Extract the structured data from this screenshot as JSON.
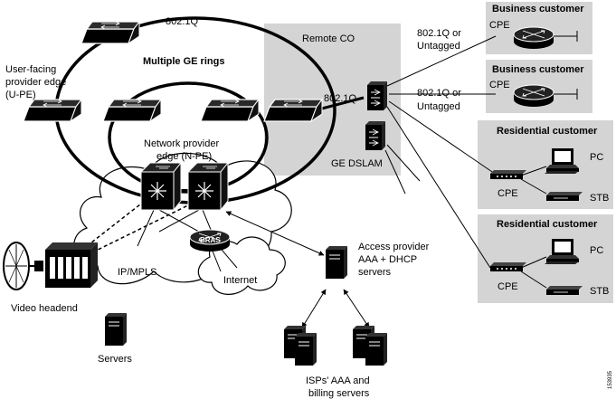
{
  "colors": {
    "panel": "#d4d4d4",
    "device": "#000000",
    "cloud": "#ffffff",
    "line": "#000000"
  },
  "labels": {
    "dot1q_top": "802.1Q",
    "multiple_ge_rings": "Multiple GE rings",
    "upe_line1": "User-facing",
    "upe_line2": "provider edge",
    "upe_line3": "(U-PE)",
    "npe_line1": "Network provider",
    "npe_line2": "edge (N-PE)",
    "remote_co": "Remote CO",
    "dot1q_dslam": "802.1Q",
    "ge_dslam": "GE DSLAM",
    "bc1_line1": "802.1Q or",
    "bc1_line2": "Untagged",
    "bc2_line1": "802.1Q or",
    "bc2_line2": "Untagged",
    "bras": "BRAS",
    "ip_mpls": "IP/MPLS",
    "internet": "Internet",
    "video_headend": "Video headend",
    "servers": "Servers",
    "aaa_line1": "Access provider",
    "aaa_line2": "AAA + DHCP",
    "aaa_line3": "servers",
    "isp_line1": "ISPs' AAA and",
    "isp_line2": "billing servers",
    "figure_id": "153935"
  },
  "customers": {
    "business_1": {
      "title": "Business customer",
      "cpe": "CPE"
    },
    "business_2": {
      "title": "Business customer",
      "cpe": "CPE"
    },
    "residential_1": {
      "title": "Residential customer",
      "cpe": "CPE",
      "pc": "PC",
      "stb": "STB"
    },
    "residential_2": {
      "title": "Residential customer",
      "cpe": "CPE",
      "pc": "PC",
      "stb": "STB"
    }
  }
}
